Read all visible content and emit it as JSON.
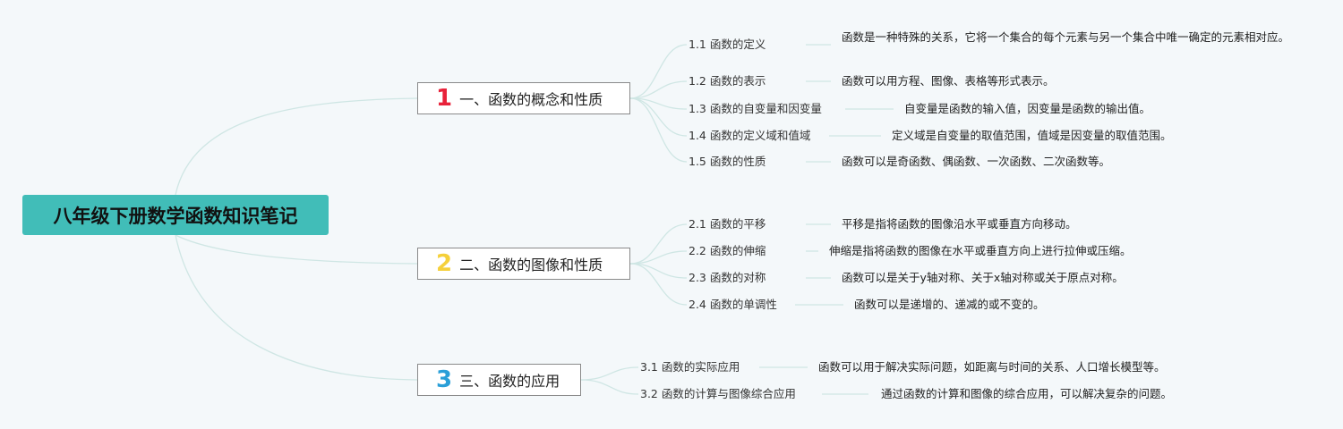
{
  "root": {
    "title": "八年级下册数学函数知识笔记"
  },
  "branches": [
    {
      "number": "1",
      "number_color": "#e8223a",
      "label": "一、函数的概念和性质",
      "items": [
        {
          "label": "1.1 函数的定义",
          "desc": "函数是一种特殊的关系，它将一个集合的每个元素与另一个集合中唯一确定的元素相对应。"
        },
        {
          "label": "1.2 函数的表示",
          "desc": "函数可以用方程、图像、表格等形式表示。"
        },
        {
          "label": "1.3 函数的自变量和因变量",
          "desc": "自变量是函数的输入值，因变量是函数的输出值。"
        },
        {
          "label": "1.4 函数的定义域和值域",
          "desc": "定义域是自变量的取值范围，值域是因变量的取值范围。"
        },
        {
          "label": "1.5 函数的性质",
          "desc": "函数可以是奇函数、偶函数、一次函数、二次函数等。"
        }
      ]
    },
    {
      "number": "2",
      "number_color": "#f5d03a",
      "label": "二、函数的图像和性质",
      "items": [
        {
          "label": "2.1 函数的平移",
          "desc": "平移是指将函数的图像沿水平或垂直方向移动。"
        },
        {
          "label": "2.2 函数的伸缩",
          "desc": "伸缩是指将函数的图像在水平或垂直方向上进行拉伸或压缩。"
        },
        {
          "label": "2.3 函数的对称",
          "desc": "函数可以是关于y轴对称、关于x轴对称或关于原点对称。"
        },
        {
          "label": "2.4 函数的单调性",
          "desc": "函数可以是递增的、递减的或不变的。"
        }
      ]
    },
    {
      "number": "3",
      "number_color": "#2a9fd8",
      "label": "三、函数的应用",
      "items": [
        {
          "label": "3.1 函数的实际应用",
          "desc": "函数可以用于解决实际问题，如距离与时间的关系、人口增长模型等。"
        },
        {
          "label": "3.2 函数的计算与图像综合应用",
          "desc": "通过函数的计算和图像的综合应用，可以解决复杂的问题。"
        }
      ]
    }
  ],
  "colors": {
    "root_bg": "#41bdb8",
    "line": "#cfe6e4",
    "background": "#f4f8fa"
  }
}
